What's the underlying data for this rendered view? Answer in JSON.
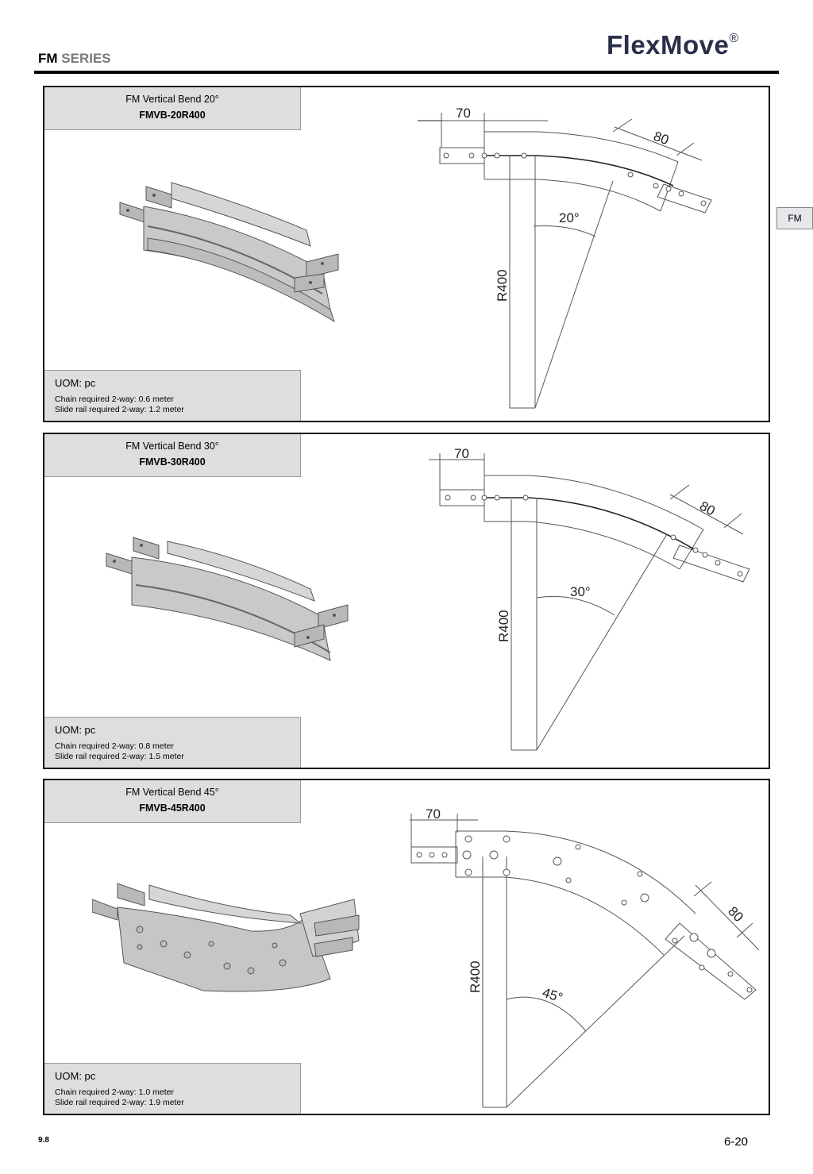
{
  "header": {
    "series_bold": "FM",
    "series_rest": "SERIES",
    "brand": "FlexMove",
    "brand_mark": "®"
  },
  "side_tab": "FM",
  "panels": [
    {
      "title": "FM Vertical Bend 20°",
      "code": "FMVB-20R400",
      "uom": "UOM: pc",
      "chain": "Chain required 2-way: 0.6 meter",
      "rail": "Slide rail required 2-way: 1.2 meter",
      "dim_width": "70",
      "dim_end": "80",
      "dim_angle": "20°",
      "dim_radius": "R400"
    },
    {
      "title": "FM Vertical Bend 30°",
      "code": "FMVB-30R400",
      "uom": "UOM: pc",
      "chain": "Chain required 2-way: 0.8 meter",
      "rail": "Slide rail required 2-way: 1.5 meter",
      "dim_width": "70",
      "dim_end": "80",
      "dim_angle": "30°",
      "dim_radius": "R400"
    },
    {
      "title": "FM Vertical Bend 45°",
      "code": "FMVB-45R400",
      "uom": "UOM: pc",
      "chain": "Chain required 2-way: 1.0 meter",
      "rail": "Slide rail required 2-way: 1.9 meter",
      "dim_width": "70",
      "dim_end": "80",
      "dim_angle": "45°",
      "dim_radius": "R400"
    }
  ],
  "footer": {
    "left": "9.8",
    "right": "6-20"
  }
}
